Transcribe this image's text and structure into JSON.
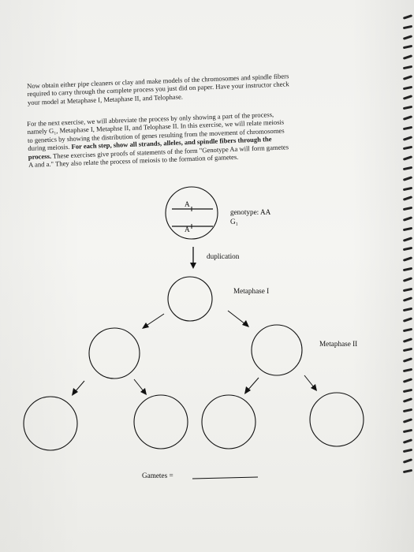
{
  "paragraph1": [
    "Now obtain either pipe cleaners or clay and make models of the chromosomes and spindle fibers",
    "required to carry through the complete process you just did on paper. Have your instructor check",
    "your model at Metaphase I, Metaphase II, and Telophase."
  ],
  "paragraph2": [
    {
      "text": "For the next exercise, we will abbreviate the process by only showing a part of the process,"
    },
    {
      "text": "namely G₁, Metaphase I, Metaphse II, and Telophase II. In this exercise, we will relate meiosis"
    },
    {
      "text": "to genetics by showing the distribution of genes resulting from the movement of chromosomes"
    },
    {
      "text": "during meiosis.",
      "bold": "For each step, show all strands, alleles, and spindle fibers through the"
    },
    {
      "bold": "process.",
      "text": "These exercises give proofs of statements of the form \"Genotype Aa will form gametes"
    },
    {
      "text": "A and a.\" They also relate the process of meiosis to the formation of gametes."
    }
  ],
  "diagram": {
    "allele_top": "A",
    "allele_bottom": "A",
    "genotype_label": "genotype: AA",
    "g1_label": "G₁",
    "duplication_label": "duplication",
    "metaphase1_label": "Metaphase I",
    "metaphase2_label": "Metaphase II",
    "gametes_label": "Gametes = "
  }
}
